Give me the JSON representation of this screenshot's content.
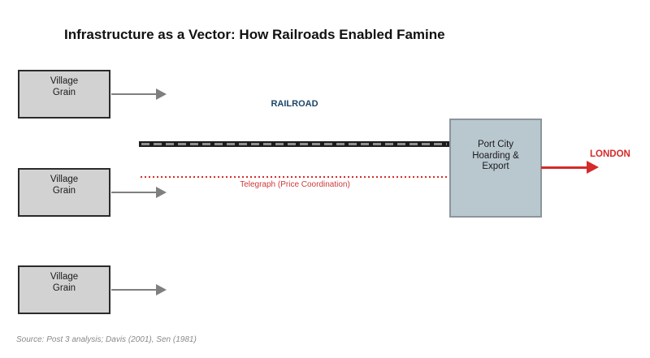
{
  "diagram": {
    "title": "Infrastructure as a Vector: How Railroads Enabled Famine",
    "village_nodes": [
      {
        "label": "Village\nGrain"
      },
      {
        "label": "Village\nGrain"
      },
      {
        "label": "Village\nGrain"
      }
    ],
    "port_node": {
      "label": "Port City\nHoarding &\nExport"
    },
    "railroad_label": "RAILROAD",
    "telegraph_label": "Telegraph (Price Coordination)",
    "destination_label": "LONDON",
    "source_note": "Source: Post 3 analysis; Davis (2001), Sen (1981)",
    "colors": {
      "village_fill": "#d2d2d2",
      "village_border": "#2b2b2b",
      "port_fill": "#b9c7cf",
      "port_border": "#8a959c",
      "flow_arrow_gray": "#7f7f7f",
      "accent_red": "#d42b2b",
      "railroad_text_navy": "#1b4568",
      "track_black": "#1c1c1c"
    }
  }
}
